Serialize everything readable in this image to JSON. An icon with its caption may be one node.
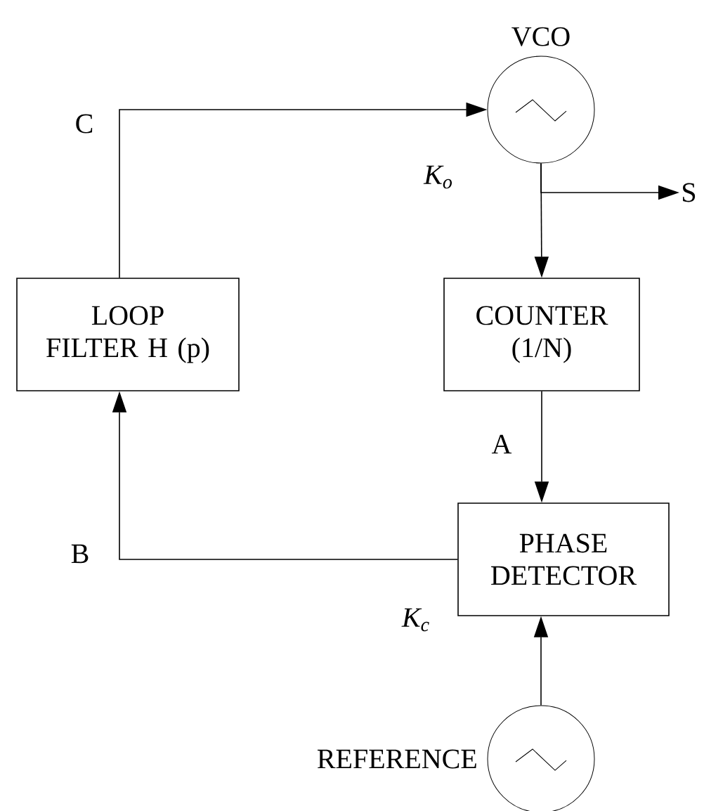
{
  "diagram": {
    "nodes": [
      {
        "text": [
          "VCO"
        ],
        "beside": [
          "K$_{o}$"
        ]
      },
      {
        "text": [
          "LOOP FILTER H (p)"
        ]
      },
      {
        "text": [
          "COUNTER (1/N)"
        ]
      },
      {
        "text": [
          "PHASE DETECTOR"
        ],
        "beside": [
          "K$_{c}$"
        ]
      },
      {
        "text": [
          "REFERENCE"
        ]
      },
      {
        "text": [
          "S"
        ]
      }
    ],
    "edges": [
      {
        "from": 1,
        "to": 0,
        "arrow": "to",
        "label": "C"
      },
      {
        "from": 0,
        "to": 2,
        "arrow": "to"
      },
      {
        "from": 0,
        "to": 5,
        "arrow": "to"
      },
      {
        "from": 2,
        "to": 3,
        "arrow": "to",
        "label": "A"
      },
      {
        "from": 3,
        "to": 1,
        "arrow": "to",
        "label": "B"
      },
      {
        "from": 4,
        "to": 3,
        "arrow": "to"
      }
    ]
  }
}
